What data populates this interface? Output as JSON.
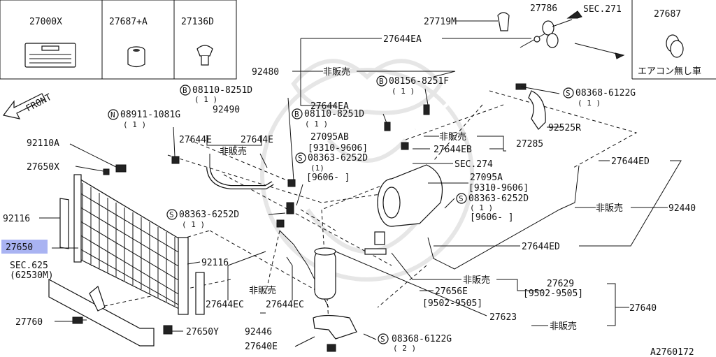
{
  "boxes": {
    "b1_part": "27000X",
    "b2_part": "27687+A",
    "b3_part": "27136D",
    "corner_part": "27687",
    "corner_note": "エアコン無し車"
  },
  "front_label": "FRONT",
  "diagram_code": "A2760172",
  "highlight_color": "#a9b3f2",
  "labels": {
    "p27719M": "27719M",
    "p27786": "27786",
    "sec271": "SEC.271",
    "p27644EA_top": "27644EA",
    "p92480": "92480",
    "hihanbai_1": "非販売",
    "bolt_08156": "08156-8251F",
    "bolt_08156_qty": "( 1 )",
    "bolt_08110_top": "08110-8251D",
    "bolt_08110_top_qty": "( 1 )",
    "p27644EA_mid": "27644EA",
    "p92490": "92490",
    "bolt_08110_mid": "08110-8251D",
    "bolt_08110_mid_qty": "( 1 )",
    "screw_08368_top": "08368-6122G",
    "screw_08368_top_qty": "( 1 )",
    "nut_08911": "08911-1081G",
    "nut_08911_qty": "( 1 )",
    "p27095AB": "27095AB",
    "p27095AB_date": "[9310-9606]",
    "hihanbai_2": "非販売",
    "p27285": "27285",
    "p92525R": "92525R",
    "p27644E_a": "27644E",
    "p27644E_b": "27644E",
    "hihanbai_3": "非販売",
    "p27644EB": "27644EB",
    "p92110A": "92110A",
    "screw_08363_a": "08363-6252D",
    "screw_08363_a_qty": "(1)",
    "screw_08363_a_date": "[9606-   ]",
    "sec274": "SEC.274",
    "p27644ED_top": "27644ED",
    "p27650X": "27650X",
    "p27095A": "27095A",
    "p27095A_date": "[9310-9606]",
    "screw_08363_b": "08363-6252D",
    "screw_08363_b_qty": "( 1 )",
    "screw_08363_b_date": "[9606-   ]",
    "hihanbai_4": "非販売",
    "p92440": "92440",
    "p92116_left": "92116",
    "screw_08363_c": "08363-6252D",
    "screw_08363_c_qty": "( 1 )",
    "p27650": "27650",
    "p27644ED_low": "27644ED",
    "sec625": "SEC.625",
    "sec625_sub": "(62530M)",
    "p92116_right": "92116",
    "hihanbai_5": "非販売",
    "p27629": "27629",
    "p27629_date": "[9502-9505]",
    "hihanbai_6": "非販売",
    "p27656E": "27656E",
    "p27656E_date": "[9502-9505]",
    "p27644EC_a": "27644EC",
    "p27644EC_b": "27644EC",
    "p27640": "27640",
    "p27760": "27760",
    "p92446": "92446",
    "p27623": "27623",
    "hihanbai_7": "非販売",
    "p27650Y": "27650Y",
    "p27640E": "27640E",
    "screw_08368_bot": "08368-6122G",
    "screw_08368_bot_qty": "( 2 )",
    "sym_B": "B",
    "sym_S": "S",
    "sym_N": "N"
  }
}
